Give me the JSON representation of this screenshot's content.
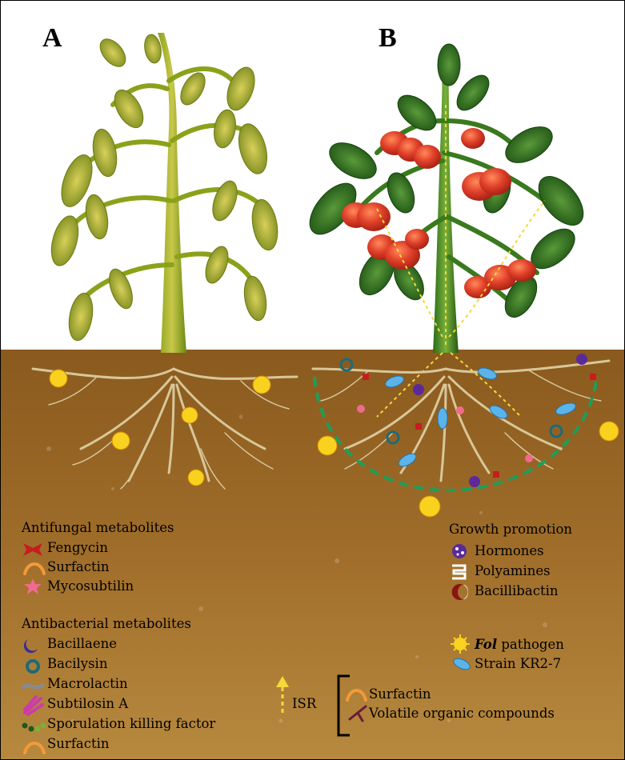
{
  "panels": {
    "a": "A",
    "b": "B"
  },
  "antifungal": {
    "heading": "Antifungal metabolites",
    "items": [
      {
        "label": "Fengycin",
        "icon": "red-bowtie-icon",
        "color": "#c61d1d"
      },
      {
        "label": "Surfactin",
        "icon": "orange-arc-icon",
        "color": "#f29a3a"
      },
      {
        "label": "Mycosubtilin",
        "icon": "pink-star-icon",
        "color": "#f06a8e"
      }
    ]
  },
  "antibacterial": {
    "heading": "Antibacterial metabolites",
    "items": [
      {
        "label": "Bacillaene",
        "icon": "purple-crescent-icon",
        "color": "#3a2a9a"
      },
      {
        "label": "Bacilysin",
        "icon": "teal-ring-icon",
        "color": "#1d6a78"
      },
      {
        "label": "Macrolactin",
        "icon": "grey-worm-icon",
        "color": "#8a8a8a"
      },
      {
        "label": "Subtilosin A",
        "icon": "magenta-fork-icon",
        "color": "#cc3ca8"
      },
      {
        "label": "Sporulation killing factor",
        "icon": "green-beads-icon",
        "color": "#1e5a1e"
      },
      {
        "label": "Surfactin",
        "icon": "orange-arc-icon",
        "color": "#f29a3a"
      }
    ]
  },
  "growth": {
    "heading": "Growth promotion",
    "items": [
      {
        "label": "Hormones",
        "icon": "purple-dotted-ball-icon",
        "color": "#5b2a9a"
      },
      {
        "label": "Polyamines",
        "icon": "white-hook-icon",
        "color": "#ffffff"
      },
      {
        "label": "Bacillibactin",
        "icon": "red-white-crescent-icon",
        "color": "#8a1414"
      }
    ]
  },
  "pathogen": {
    "name": "Fol",
    "suffix": " pathogen",
    "icon": "yellow-burst-icon",
    "color": "#f8d21e"
  },
  "strain": {
    "label": "Strain KR2-7",
    "icon": "blue-ellipse-icon",
    "color": "#5ab4ea"
  },
  "isr": {
    "label": "ISR",
    "items": [
      {
        "label": "Surfactin",
        "icon": "orange-arc-icon"
      },
      {
        "label": "Volatile organic compounds",
        "icon": "maroon-y-icon",
        "color": "#6a1a3a"
      }
    ]
  }
}
